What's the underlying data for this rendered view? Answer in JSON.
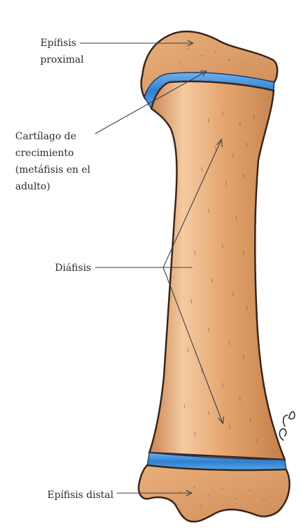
{
  "labels": {
    "epifisis_proximal": [
      "Epífisis",
      "proximal"
    ],
    "cartilago": [
      "Cartílago de",
      "crecimiento",
      "(metáfisis en el",
      "adulto)"
    ],
    "diafisis": "Diáfisis",
    "epifisis_distal": "Epífisis distal"
  },
  "colors": {
    "bone_fill": "#e0a571",
    "bone_shade": "#c9875a",
    "bone_outline": "#3a2418",
    "cartilage_blue": "#3f8fd8",
    "line": "#3b3b4a"
  }
}
